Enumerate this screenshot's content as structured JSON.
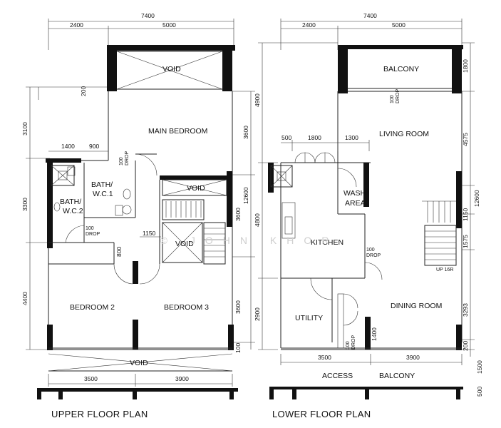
{
  "upper_plan": {
    "title": "UPPER FLOOR PLAN",
    "dims_top": {
      "total": "7400",
      "left": "2400",
      "right": "5000"
    },
    "dims_bottom": {
      "left": "3500",
      "right": "3900"
    },
    "dims_left": {
      "a": "3100",
      "b": "200",
      "c": "3300",
      "d": "4400"
    },
    "dims_right": {
      "a": "3600",
      "b": "12600",
      "c": "3600",
      "d": "3600",
      "e": "100"
    },
    "dims_inner": {
      "d1400": "1400",
      "d900": "900",
      "d1150": "1150",
      "d800": "800"
    },
    "rooms": {
      "void_top": "VOID",
      "main_bedroom": "MAIN BEDROOM",
      "bath1_a": "BATH/",
      "bath1_b": "W.C.1",
      "bath2_a": "BATH/",
      "bath2_b": "W.C.2",
      "void_mid": "VOID",
      "void_stair": "VOID",
      "bedroom2": "BEDROOM 2",
      "bedroom3": "BEDROOM 3",
      "void_bottom": "VOID"
    },
    "drops": {
      "d1_a": "100",
      "d1_b": "DROP",
      "d2_a": "100",
      "d2_b": "DROP"
    }
  },
  "lower_plan": {
    "title": "LOWER FLOOR PLAN",
    "dims_top": {
      "total": "7400",
      "left": "2400",
      "right": "5000"
    },
    "dims_inner_top": {
      "d500": "500",
      "d1800": "1800",
      "d1300": "1300"
    },
    "dims_bottom": {
      "left": "3500",
      "right": "3900"
    },
    "dims_left": {
      "a": "4900",
      "b": "4800",
      "c": "2900"
    },
    "dims_right": {
      "a": "1800",
      "b": "4575",
      "c": "1150",
      "d": "1575",
      "e": "3293",
      "f": "200",
      "g": "1500",
      "h": "12600",
      "i": "500"
    },
    "dims_inner": {
      "d1400": "1400"
    },
    "rooms": {
      "balcony": "BALCONY",
      "living": "LIVING ROOM",
      "wash_a": "WASH",
      "wash_b": "AREA",
      "kitchen": "KITCHEN",
      "utility": "UTILITY",
      "dining": "DINING ROOM",
      "up": "UP 16R",
      "access": "ACCESS",
      "balcony2": "BALCONY"
    },
    "drops": {
      "d1_a": "100",
      "d1_b": "DROP",
      "d2_a": "100",
      "d2_b": "DROP",
      "d3_a": "100",
      "d3_b": "DROP"
    }
  },
  "watermark": "© JOHN KHOR"
}
